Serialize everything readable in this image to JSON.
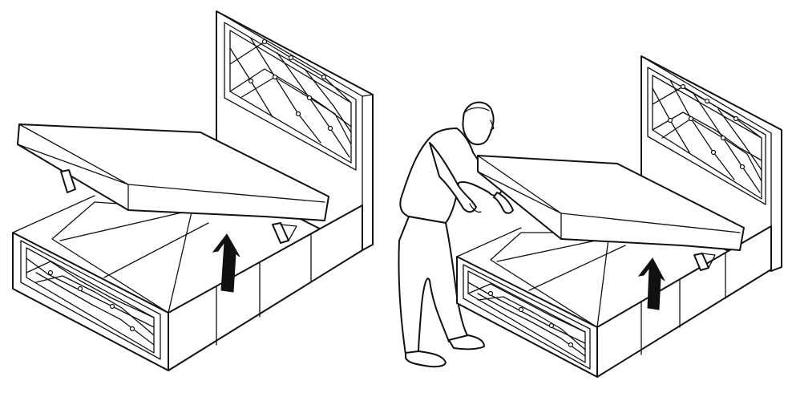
{
  "figure": {
    "panels": [
      {
        "id": "left",
        "content": "bed-with-lifted-mattress-base",
        "arrow": "up-lift-arrow"
      },
      {
        "id": "right",
        "content": "person-lifting-bed-base",
        "arrow": "up-lift-arrow"
      }
    ],
    "colors": {
      "line": "#111111",
      "background": "#ffffff"
    }
  }
}
